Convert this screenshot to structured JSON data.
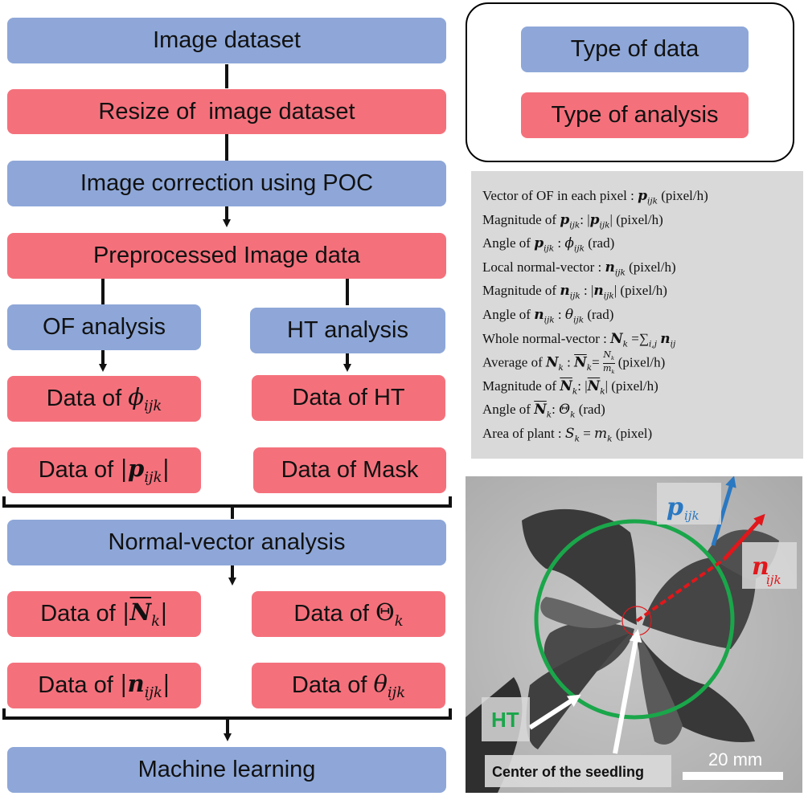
{
  "flow": {
    "image_dataset": "Image dataset",
    "resize": "Resize of  image dataset",
    "correction": "Image correction using POC",
    "preprocessed": "Preprocessed Image data",
    "of_analysis": "OF analysis",
    "ht_analysis": "HT analysis",
    "data_phi": "Data of",
    "data_p": "Data of",
    "data_ht": "Data of HT",
    "data_mask": "Data of Mask",
    "normal_vector_analysis": "Normal-vector analysis",
    "data_Nk": "Data of",
    "data_Theta": "Data of",
    "data_n": "Data of",
    "data_theta": "Data of",
    "machine_learning": "Machine learning"
  },
  "legend": {
    "data_label": "Type of data",
    "analysis_label": "Type of analysis"
  },
  "variables": [
    "Vector of OF in each pixel : p_ijk (pixel/h)",
    "Magnitude of p_ijk : |p_ijk| (pixel/h)",
    "Angle of p_ijk : φ_ijk (rad)",
    "Local normal-vector : n_ijk (pixel/h)",
    "Magnitude of n_ijk : |n_ijk| (pixel/h)",
    "Angle of n_ijk : θ_ijk (rad)",
    "Whole normal-vector : N_k = Σ_i,j n_ij",
    "Average of N_k : N̄_k = N_k / m_k (pixel/h)",
    "Magnitude of N̄_k : |N̄_k| (pixel/h)",
    "Angle of N̄_k : Θ_k (rad)",
    "Area of plant : S_k = m_k (pixel)"
  ],
  "var_words": {
    "v1": "Vector of OF in each pixel :",
    "v1u": "(pixel/h)",
    "v2": "Magnitude of",
    "v2u": "(pixel/h)",
    "v3": "Angle of",
    "v3u": "(rad)",
    "v4": "Local normal-vector :",
    "v4u": "(pixel/h)",
    "v5": "Magnitude of",
    "v5u": "(pixel/h)",
    "v6": "Angle of",
    "v6u": "(rad)",
    "v7": "Whole normal-vector :",
    "v8": "Average of",
    "v8u": "(pixel/h)",
    "v9": "Magnitude of",
    "v9u": "(pixel/h)",
    "v10": "Angle of",
    "v10u": "(rad)",
    "v11": "Area of plant :",
    "v11u": "(pixel)"
  },
  "photo": {
    "p_label": "p",
    "p_sub": "ijk",
    "n_label": "n",
    "n_sub": "ijk",
    "ht_label": "HT",
    "center_label": "Center of the seedling",
    "scale_label": "20 mm"
  },
  "colors": {
    "data_box": "#8ea7d8",
    "analysis_box": "#f4717c",
    "ht_circle": "#1aa64a",
    "p_arrow": "#2a78c2",
    "n_arrow": "#e0171b"
  }
}
